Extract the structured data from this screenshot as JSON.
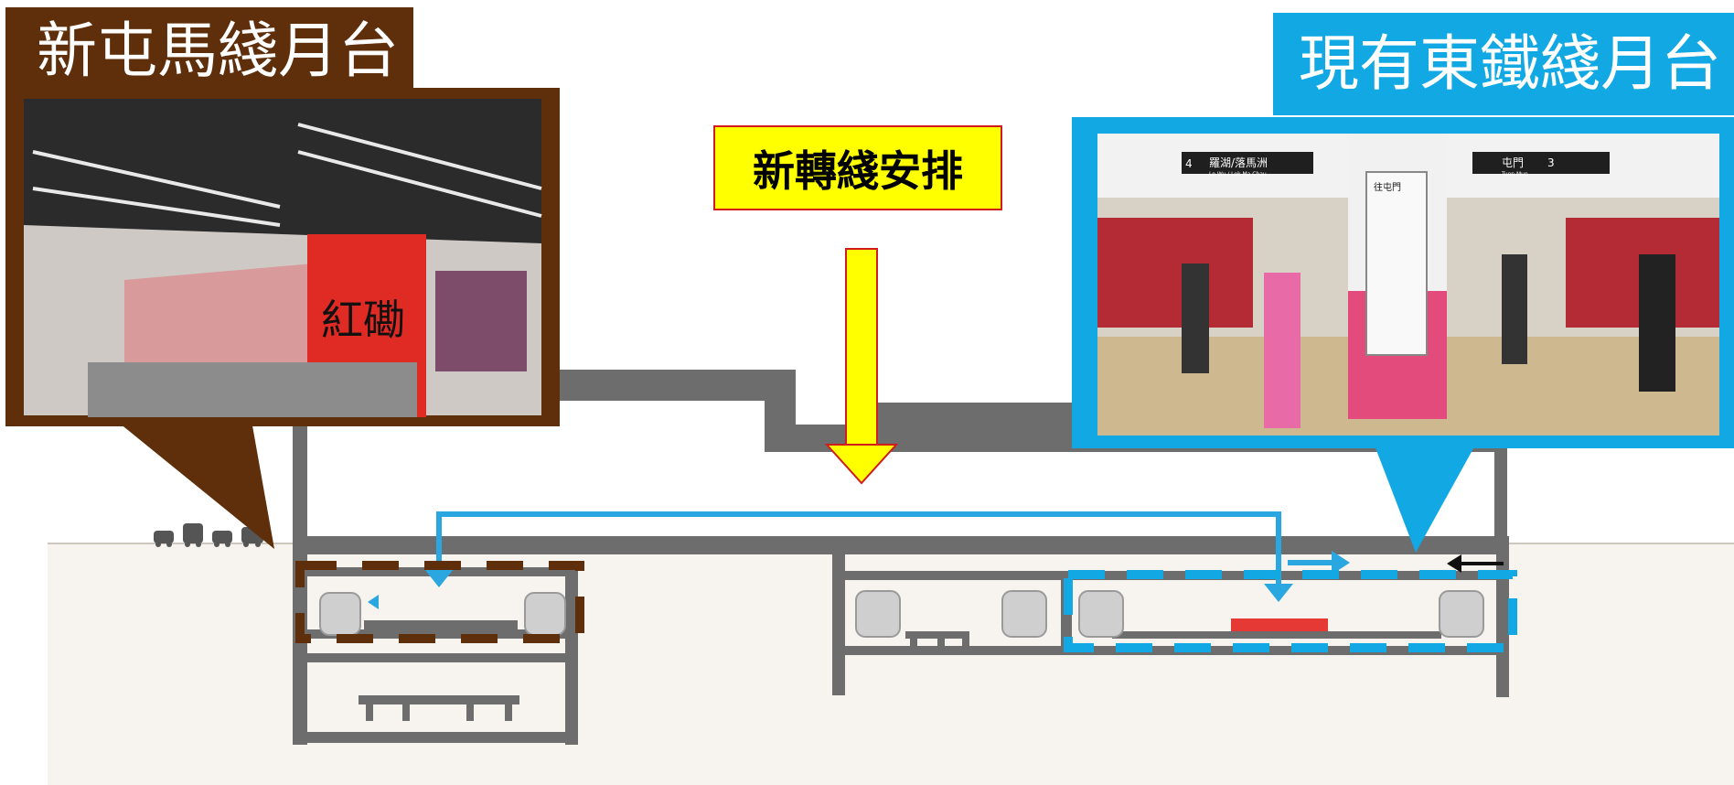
{
  "labels": {
    "left_title": "新屯馬綫月台",
    "right_title": "現有東鐵綫月台",
    "callout": "新轉綫安排"
  },
  "left_photo": {
    "signage_calligraphy": "紅磡"
  },
  "right_photo": {
    "sign_left_line_number": "4",
    "sign_left_destination": "羅湖/落馬洲",
    "sign_left_destination_en": "Lo Wu / Lok Ma Chau",
    "sign_right_destination": "屯門",
    "sign_right_destination_en": "Tuen Mun",
    "sign_right_line_number": "3",
    "pillar_sign": "往屯門"
  },
  "colors": {
    "brown": "#5e2f0a",
    "blue": "#12a8e4",
    "path_blue": "#2aa7e0",
    "yellow": "#ffff00",
    "structure_gray": "#6d6d6d",
    "red_bar": "#e53935"
  }
}
